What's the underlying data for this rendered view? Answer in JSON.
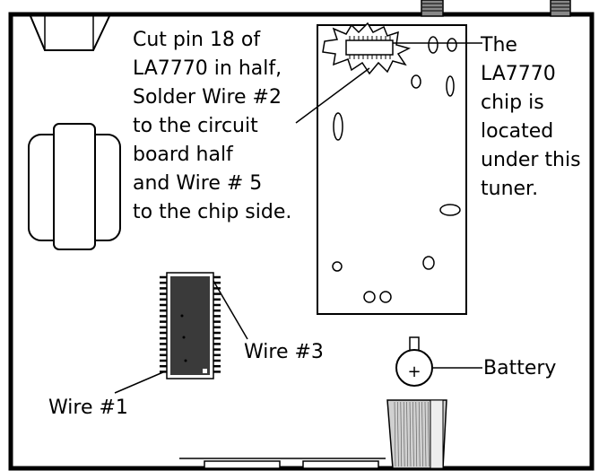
{
  "annotations": {
    "cut_instruction": [
      "Cut pin 18 of",
      "LA7770 in half,",
      "Solder Wire #2",
      "to the circuit",
      "board half",
      "and Wire # 5",
      "to the chip side."
    ],
    "chip_location": [
      "The",
      "LA7770",
      "chip is",
      "located",
      "under this",
      "tuner."
    ],
    "wire_1": "Wire #1",
    "wire_3": "Wire #3",
    "battery": "Battery",
    "battery_symbol": "+"
  },
  "colors": {
    "outline": "#000000",
    "background": "#ffffff",
    "ic_body": "#3a3a3a",
    "ribbon": "#d0d0d0"
  }
}
